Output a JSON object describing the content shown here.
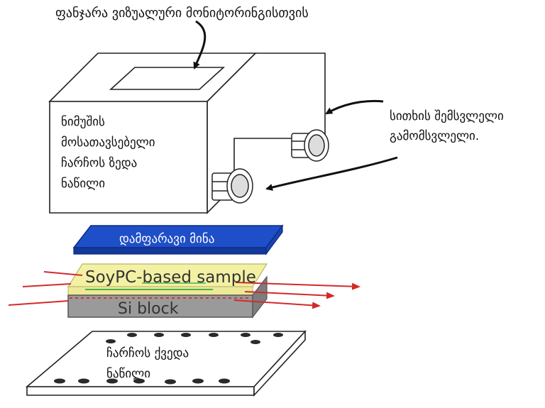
{
  "labels": {
    "window": "ფანჯარა ვიზუალური მონიტორინგისთვის",
    "top_part": [
      "ნიმუშის",
      "მოსათავსებელი",
      "ჩარჩოს ზედა",
      "ნაწილი"
    ],
    "ports": [
      "სითხის შემსვლელი",
      "გამომსვლელი."
    ],
    "glass": "დამფარავი მინა",
    "sample": "SoyPC-based sample",
    "block": "Si block",
    "bottom_part": [
      "ჩარჩოს ქვედა",
      "ნაწილი"
    ]
  },
  "colors": {
    "glass": "#1f4fc8",
    "sample": "#f3f1a4",
    "sample_line": "#4caf50",
    "block": "#9a9a9a",
    "beam": "#d42a2a",
    "outline": "#222222"
  }
}
